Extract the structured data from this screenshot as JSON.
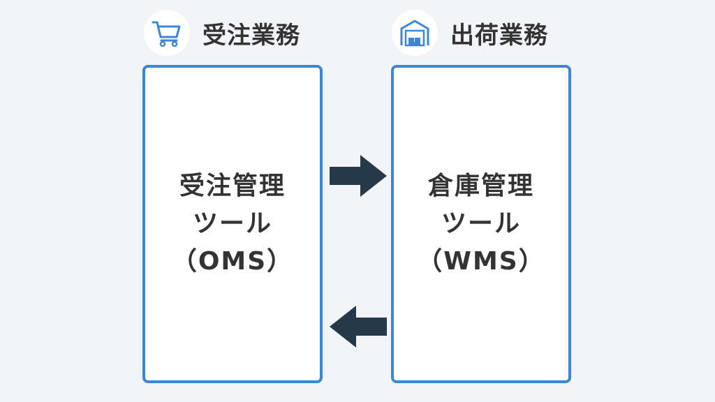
{
  "left": {
    "header": {
      "title": "受注業務",
      "icon": "shopping-cart-icon"
    },
    "box": {
      "lines": [
        "受注管理",
        "ツール",
        "（OMS）"
      ]
    }
  },
  "right": {
    "header": {
      "title": "出荷業務",
      "icon": "warehouse-icon"
    },
    "box": {
      "lines": [
        "倉庫管理",
        "ツール",
        "（WMS）"
      ]
    }
  },
  "arrows": {
    "top": "right",
    "bottom": "left"
  },
  "colors": {
    "accent": "#3b86d8",
    "arrow": "#26394a",
    "text": "#333333",
    "background": "#f2f4f7"
  }
}
